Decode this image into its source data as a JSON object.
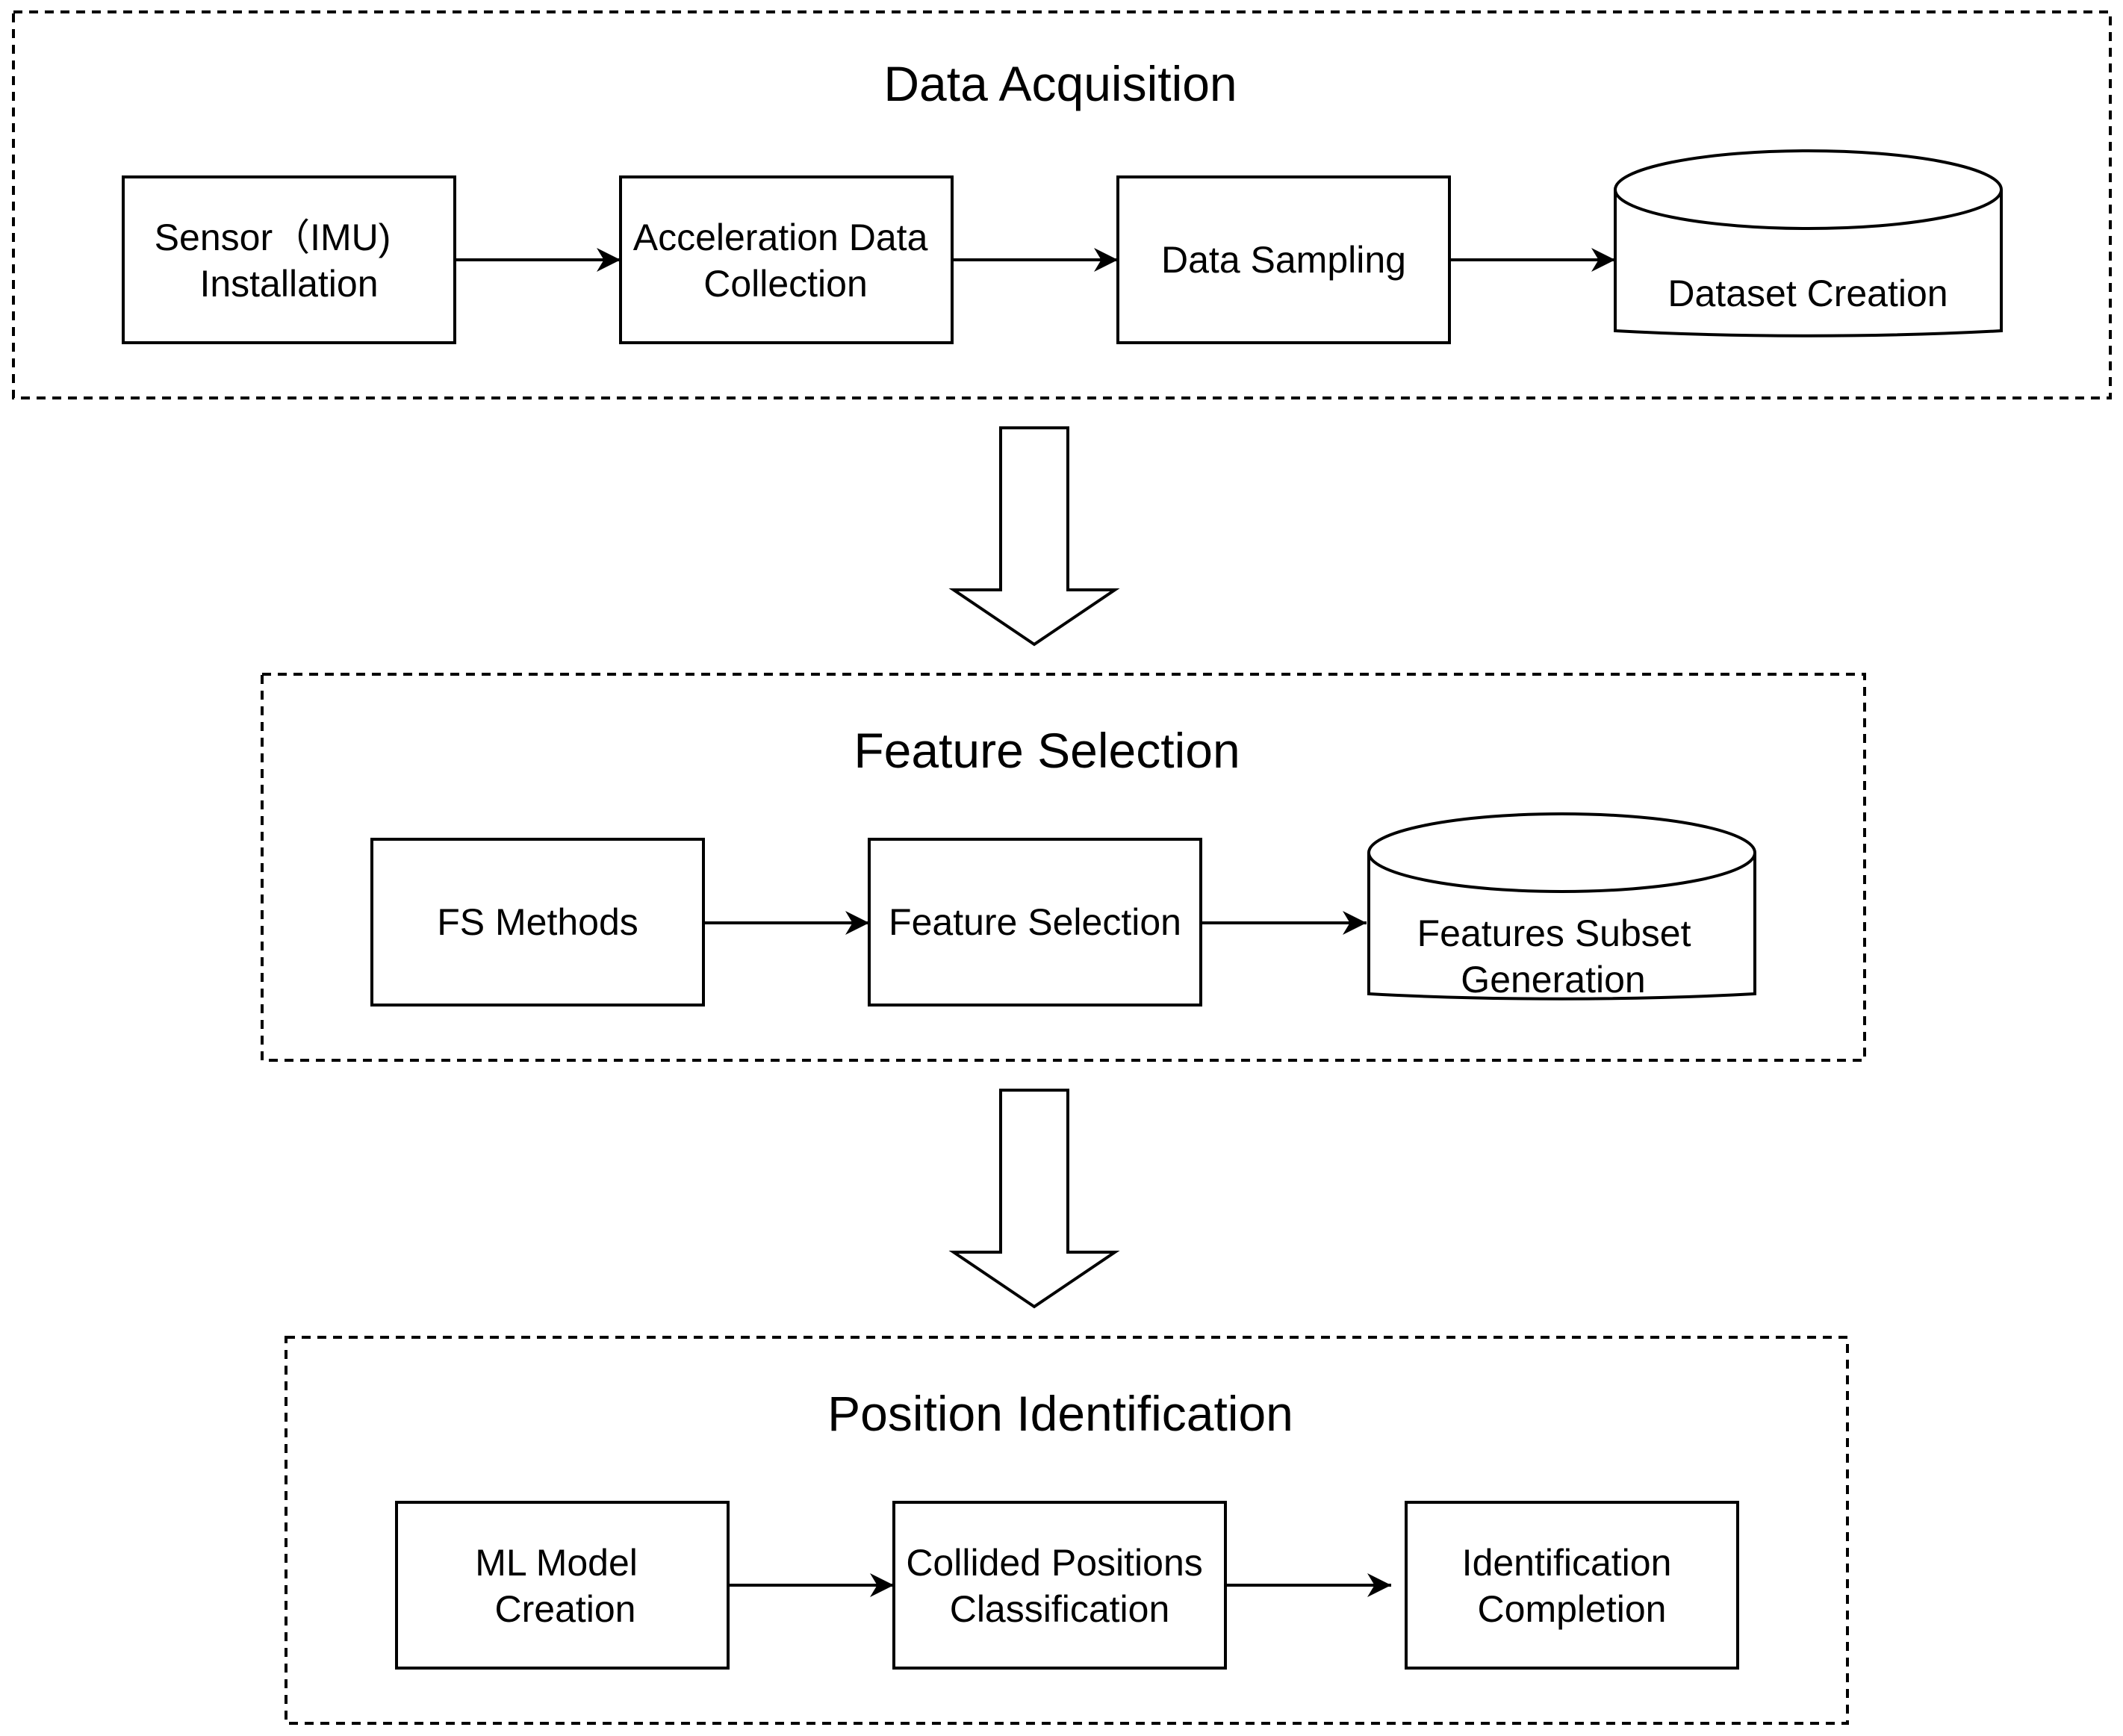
{
  "stages": [
    {
      "title": "Data Acquisition",
      "nodes": [
        {
          "lines": [
            "Sensor（IMU)",
            "Installation"
          ],
          "shape": "box"
        },
        {
          "lines": [
            "Acceleration Data",
            "Collection"
          ],
          "shape": "box"
        },
        {
          "lines": [
            "Data Sampling"
          ],
          "shape": "box"
        },
        {
          "lines": [
            "Dataset Creation"
          ],
          "shape": "cylinder"
        }
      ]
    },
    {
      "title": "Feature Selection",
      "nodes": [
        {
          "lines": [
            "FS Methods"
          ],
          "shape": "box"
        },
        {
          "lines": [
            "Feature Selection"
          ],
          "shape": "box"
        },
        {
          "lines": [
            "Features Subset",
            "Generation"
          ],
          "shape": "cylinder"
        }
      ]
    },
    {
      "title": "Position Identification",
      "nodes": [
        {
          "lines": [
            "ML Model",
            "Creation"
          ],
          "shape": "box"
        },
        {
          "lines": [
            "Collided Positions",
            "Classification"
          ],
          "shape": "box"
        },
        {
          "lines": [
            "Identification",
            "Completion"
          ],
          "shape": "box"
        }
      ]
    }
  ],
  "colors": {
    "stroke": "#000000",
    "fill": "#ffffff"
  }
}
